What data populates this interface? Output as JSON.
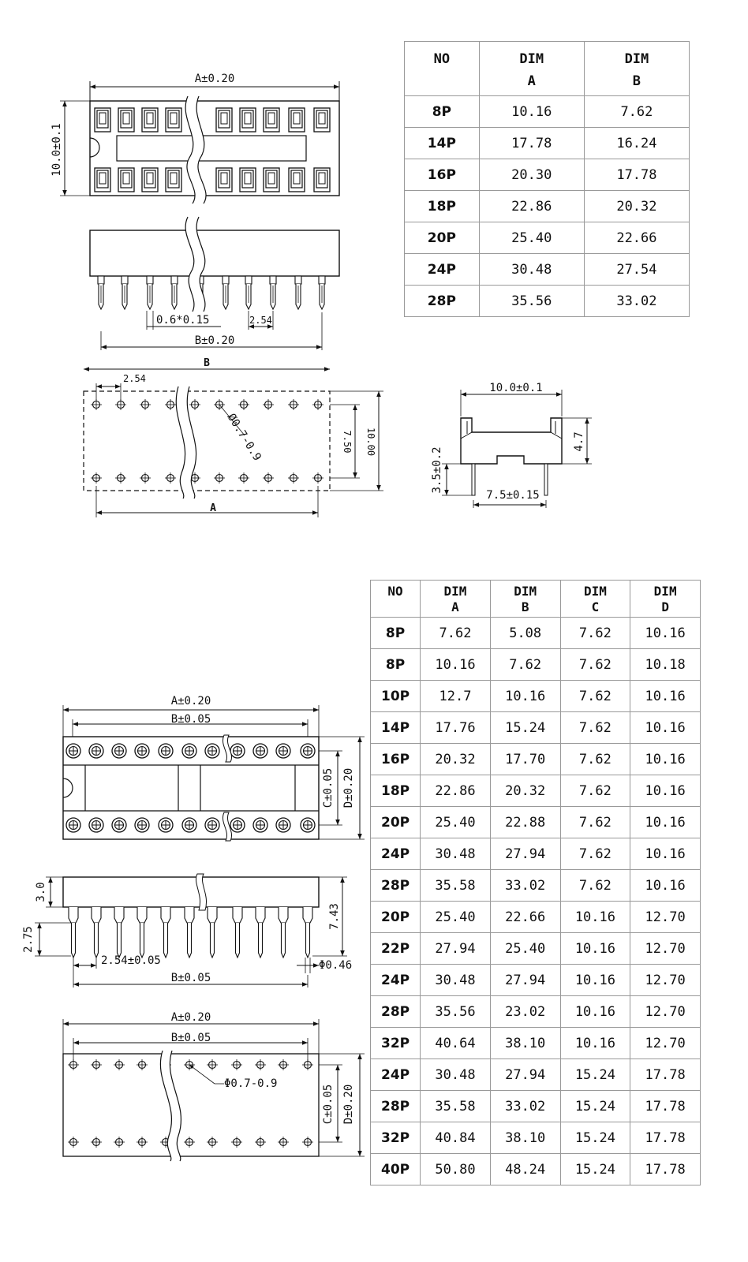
{
  "table1": {
    "headers": [
      [
        "NO",
        ""
      ],
      [
        "DIM",
        "A"
      ],
      [
        "DIM",
        "B"
      ]
    ],
    "rows": [
      [
        "8P",
        "10.16",
        "7.62"
      ],
      [
        "14P",
        "17.78",
        "16.24"
      ],
      [
        "16P",
        "20.30",
        "17.78"
      ],
      [
        "18P",
        "22.86",
        "20.32"
      ],
      [
        "20P",
        "25.40",
        "22.66"
      ],
      [
        "24P",
        "30.48",
        "27.54"
      ],
      [
        "28P",
        "35.56",
        "33.02"
      ]
    ]
  },
  "table2": {
    "headers": [
      [
        "NO",
        ""
      ],
      [
        "DIM",
        "A"
      ],
      [
        "DIM",
        "B"
      ],
      [
        "DIM",
        "C"
      ],
      [
        "DIM",
        "D"
      ]
    ],
    "rows": [
      [
        "8P",
        "7.62",
        "5.08",
        "7.62",
        "10.16"
      ],
      [
        "8P",
        "10.16",
        "7.62",
        "7.62",
        "10.18"
      ],
      [
        "10P",
        "12.7",
        "10.16",
        "7.62",
        "10.16"
      ],
      [
        "14P",
        "17.76",
        "15.24",
        "7.62",
        "10.16"
      ],
      [
        "16P",
        "20.32",
        "17.70",
        "7.62",
        "10.16"
      ],
      [
        "18P",
        "22.86",
        "20.32",
        "7.62",
        "10.16"
      ],
      [
        "20P",
        "25.40",
        "22.88",
        "7.62",
        "10.16"
      ],
      [
        "24P",
        "30.48",
        "27.94",
        "7.62",
        "10.16"
      ],
      [
        "28P",
        "35.58",
        "33.02",
        "7.62",
        "10.16"
      ],
      [
        "20P",
        "25.40",
        "22.66",
        "10.16",
        "12.70"
      ],
      [
        "22P",
        "27.94",
        "25.40",
        "10.16",
        "12.70"
      ],
      [
        "24P",
        "30.48",
        "27.94",
        "10.16",
        "12.70"
      ],
      [
        "28P",
        "35.56",
        "23.02",
        "10.16",
        "12.70"
      ],
      [
        "32P",
        "40.64",
        "38.10",
        "10.16",
        "12.70"
      ],
      [
        "24P",
        "30.48",
        "27.94",
        "15.24",
        "17.78"
      ],
      [
        "28P",
        "35.58",
        "33.02",
        "15.24",
        "17.78"
      ],
      [
        "32P",
        "40.84",
        "38.10",
        "15.24",
        "17.78"
      ],
      [
        "40P",
        "50.80",
        "48.24",
        "15.24",
        "17.78"
      ]
    ]
  },
  "top_drawing": {
    "top_view": {
      "width_label": "A±0.20",
      "height_label": "10.0±0.1"
    },
    "side_view": {
      "pin_label": "0.6*0.15",
      "pitch_label": "2.54",
      "width_label": "B±0.20"
    },
    "footprint": {
      "top_label": "B",
      "pitch_label": "2.54",
      "hole_label": "Ø0.7-0.9",
      "row_label": "7.50",
      "outer_label": "10.00",
      "bottom_label": "A"
    },
    "end_view": {
      "width_label": "10.0±0.1",
      "height_label": "4.7",
      "pin_label": "3.5±0.2",
      "pitch_label": "7.5±0.15"
    }
  },
  "bottom_drawing": {
    "top_view": {
      "a_label": "A±0.20",
      "b_label": "B±0.05",
      "c_label": "C±0.05",
      "d_label": "D±0.20"
    },
    "side_view": {
      "body_label": "3.0",
      "tail_label": "2.75",
      "height_label": "7.43",
      "pitch_label": "2.54±0.05",
      "pin_label": "Φ0.46",
      "width_label": "B±0.05"
    },
    "footprint": {
      "a_label": "A±0.20",
      "b_label": "B±0.05",
      "hole_label": "Φ0.7-0.9",
      "c_label": "C±0.05",
      "d_label": "D±0.20"
    }
  }
}
